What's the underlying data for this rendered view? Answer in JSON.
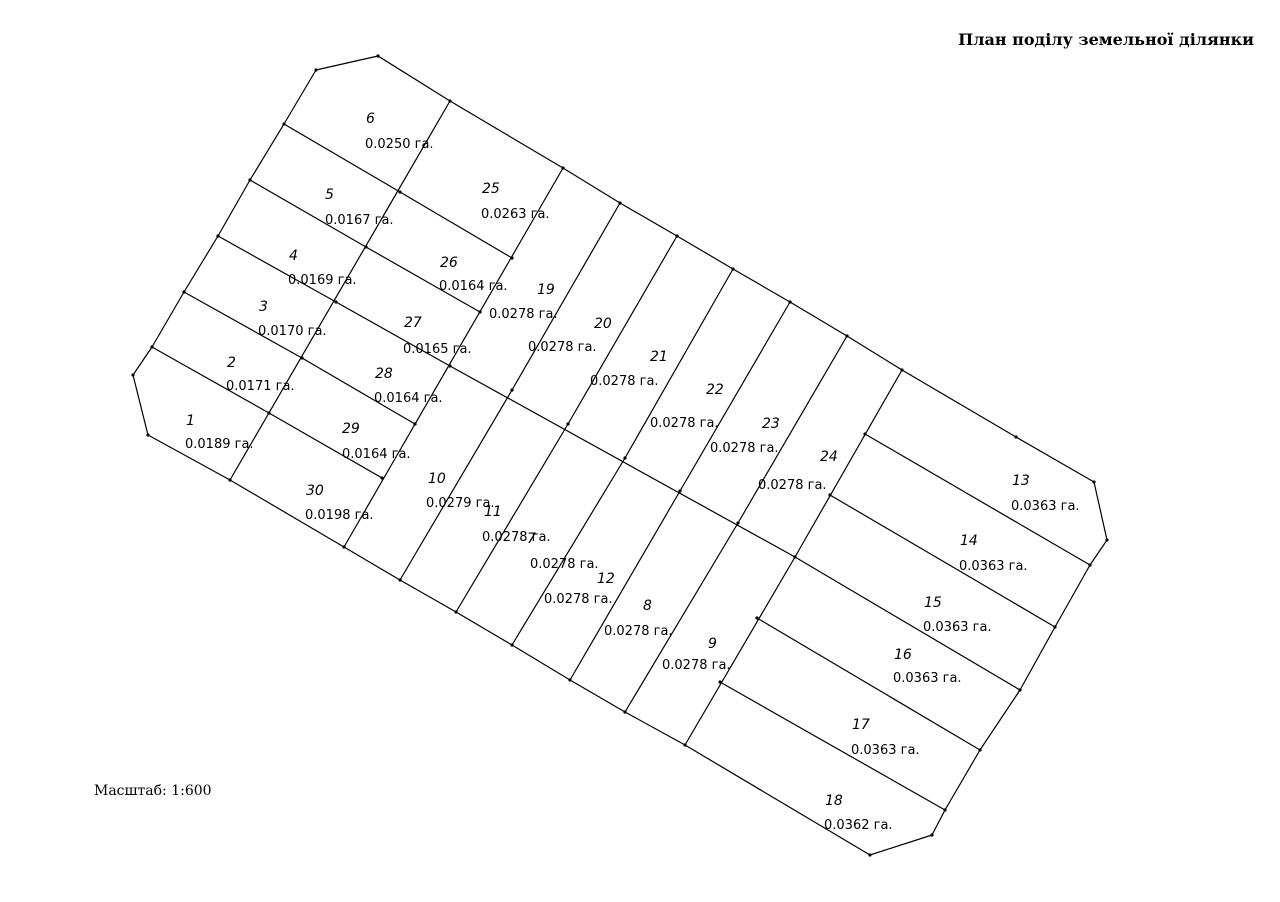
{
  "title": "План поділу земельної ділянки",
  "scale_label": "Масштаб: 1:600",
  "colors": {
    "line": "#000000",
    "background": "#ffffff"
  },
  "parcels": [
    {
      "number": "1",
      "area": "0.0189 га."
    },
    {
      "number": "2",
      "area": "0.0171 га."
    },
    {
      "number": "3",
      "area": "0.0170 га."
    },
    {
      "number": "4",
      "area": "0.0169 га."
    },
    {
      "number": "5",
      "area": "0.0167 га."
    },
    {
      "number": "6",
      "area": "0.0250 га."
    },
    {
      "number": "7",
      "area": "0.0278 га."
    },
    {
      "number": "8",
      "area": "0.0278 га."
    },
    {
      "number": "9",
      "area": "0.0278 га."
    },
    {
      "number": "10",
      "area": "0.0279 га."
    },
    {
      "number": "11",
      "area": "0.0278 га."
    },
    {
      "number": "12",
      "area": "0.0278 га."
    },
    {
      "number": "13",
      "area": "0.0363 га."
    },
    {
      "number": "14",
      "area": "0.0363 га."
    },
    {
      "number": "15",
      "area": "0.0363 га."
    },
    {
      "number": "16",
      "area": "0.0363 га."
    },
    {
      "number": "17",
      "area": "0.0363 га."
    },
    {
      "number": "18",
      "area": "0.0362 га."
    },
    {
      "number": "19",
      "area": "0.0278 га."
    },
    {
      "number": "20",
      "area": "0.0278 га."
    },
    {
      "number": "21",
      "area": "0.0278 га."
    },
    {
      "number": "22",
      "area": "0.0278 га."
    },
    {
      "number": "23",
      "area": "0.0278 га."
    },
    {
      "number": "24",
      "area": "0.0278 га."
    },
    {
      "number": "25",
      "area": "0.0263 га."
    },
    {
      "number": "26",
      "area": "0.0164 га."
    },
    {
      "number": "27",
      "area": "0.0165 га."
    },
    {
      "number": "28",
      "area": "0.0164 га."
    },
    {
      "number": "29",
      "area": "0.0164 га."
    },
    {
      "number": "30",
      "area": "0.0198 га."
    }
  ]
}
